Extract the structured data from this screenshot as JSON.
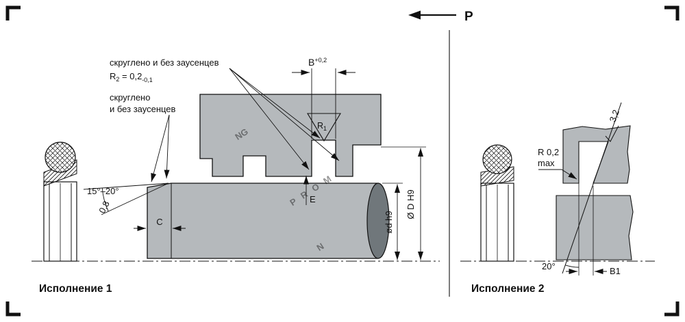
{
  "colors": {
    "body": "#b5b9bc",
    "body_dark": "#70777b",
    "line": "#111111",
    "watermark": "#c7cbce",
    "background": "#ffffff"
  },
  "pressure": {
    "label": "P"
  },
  "view1": {
    "title": "Исполнение 1",
    "notes": {
      "rounded_full": "скруглено и без заусенцев",
      "r2_base": "R",
      "r2_sub": "2",
      "r2_val": " = 0,2",
      "r2_tol": "-0,1",
      "rounded_line1": "скруглено",
      "rounded_line2": "и без заусенцев"
    },
    "dims": {
      "chamfer_angle": "15°–20°",
      "roughness": "0,8",
      "c": "C",
      "e": "E",
      "b_base": "B",
      "b_tol": "+0,2",
      "r1_base": "R",
      "r1_sub": "1",
      "shaft_dia": "ød h9",
      "bore_dia": "Ø D H9"
    }
  },
  "view2": {
    "title": "Исполнение 2",
    "dims": {
      "radius_line1": "R 0,2",
      "radius_line2": "max",
      "roughness": "3,2",
      "groove_angle": "20°",
      "b1": "B1"
    }
  },
  "watermark": {
    "part1": "NG",
    "part2": "PROM",
    "part3": "N"
  }
}
